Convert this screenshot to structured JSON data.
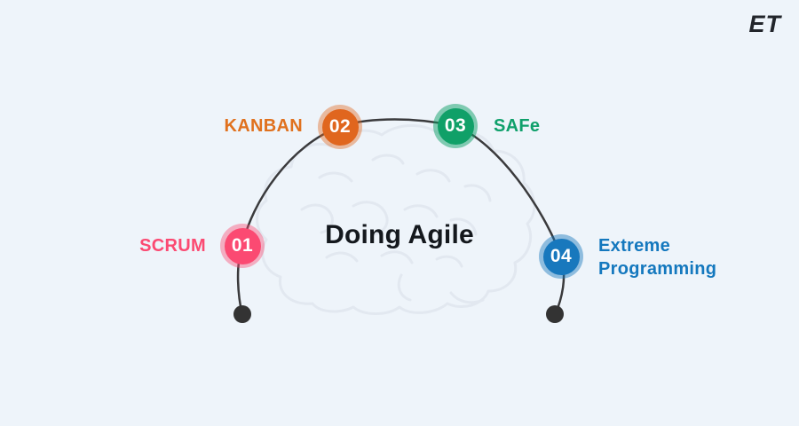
{
  "logo": {
    "text": "ET"
  },
  "title": {
    "text": "Doing Agile"
  },
  "illustration": {
    "name": "brain-outline"
  },
  "nodes": [
    {
      "number": "01",
      "label": "SCRUM",
      "color": "#FB4A72",
      "halo": "rgba(251,74,114,0.42)",
      "text_color": "#FB4A72"
    },
    {
      "number": "02",
      "label": "KANBAN",
      "color": "#E0661E",
      "halo": "rgba(224,102,30,0.42)",
      "text_color": "#E0711E"
    },
    {
      "number": "03",
      "label": "SAFe",
      "color": "#10A068",
      "halo": "rgba(16,160,104,0.50)",
      "text_color": "#0FA06B"
    },
    {
      "number": "04",
      "label": "Extreme Programming",
      "color": "#1878BD",
      "halo": "rgba(24,120,189,0.45)",
      "text_color": "#1478BE"
    }
  ],
  "colors": {
    "background": "#EEF4FA",
    "arc": "#3A3A3C",
    "end_dot": "#333333",
    "brain": "#E2E8F0",
    "title": "#14181D",
    "logo": "#22252B"
  }
}
